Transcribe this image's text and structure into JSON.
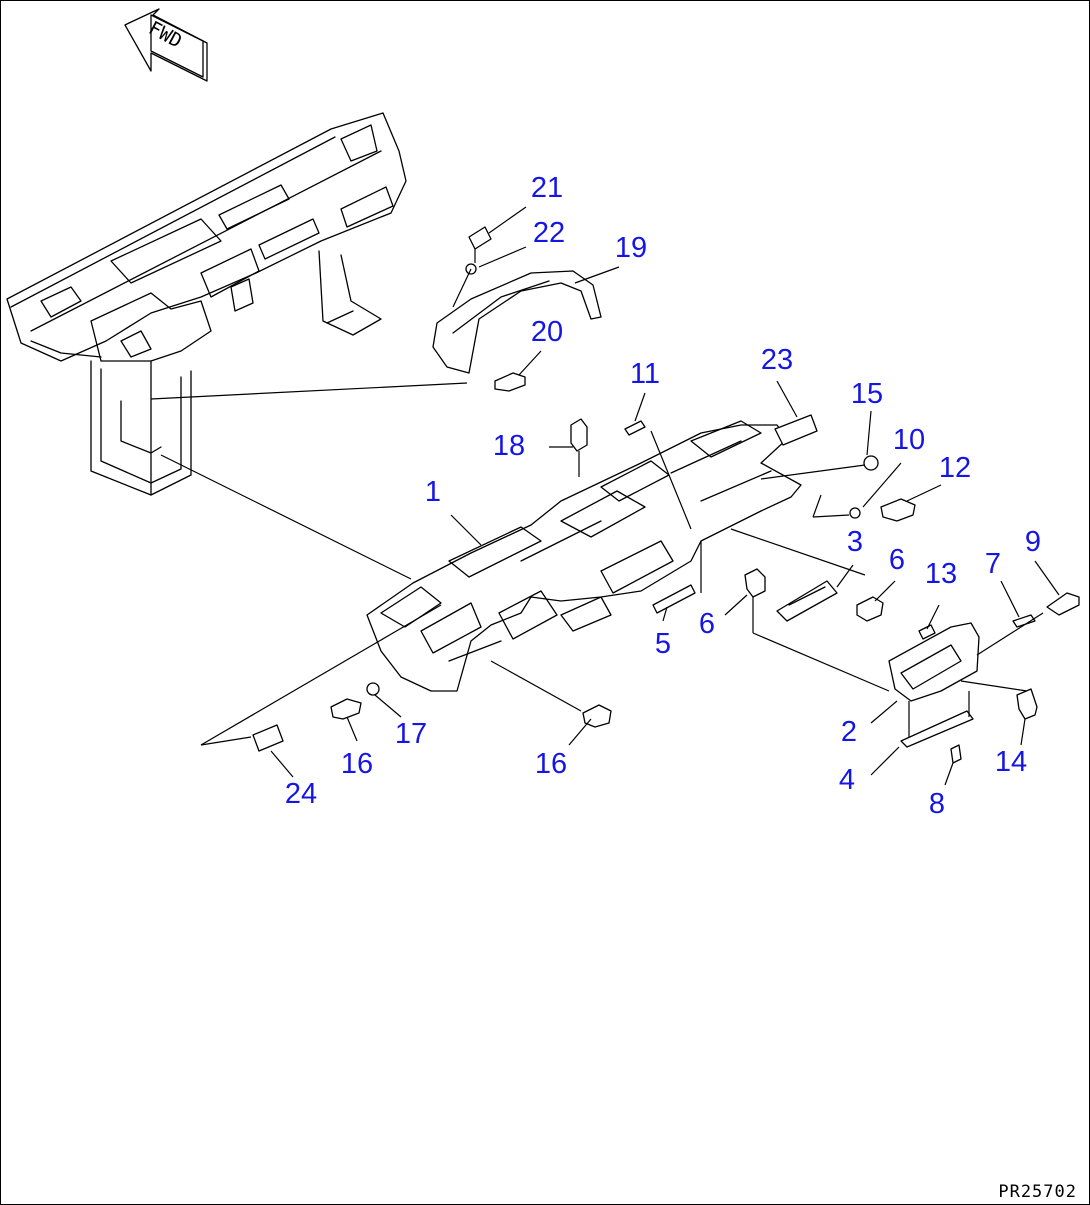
{
  "direction_arrow": {
    "label": "FWD"
  },
  "drawing_code": "PR25702",
  "callouts": [
    {
      "id": "c1",
      "label": "1"
    },
    {
      "id": "c2",
      "label": "2"
    },
    {
      "id": "c3",
      "label": "3"
    },
    {
      "id": "c4",
      "label": "4"
    },
    {
      "id": "c5",
      "label": "5"
    },
    {
      "id": "c6a",
      "label": "6"
    },
    {
      "id": "c6b",
      "label": "6"
    },
    {
      "id": "c7",
      "label": "7"
    },
    {
      "id": "c8",
      "label": "8"
    },
    {
      "id": "c9",
      "label": "9"
    },
    {
      "id": "c10",
      "label": "10"
    },
    {
      "id": "c11",
      "label": "11"
    },
    {
      "id": "c12",
      "label": "12"
    },
    {
      "id": "c13",
      "label": "13"
    },
    {
      "id": "c14",
      "label": "14"
    },
    {
      "id": "c15",
      "label": "15"
    },
    {
      "id": "c16a",
      "label": "16"
    },
    {
      "id": "c16b",
      "label": "16"
    },
    {
      "id": "c17",
      "label": "17"
    },
    {
      "id": "c18",
      "label": "18"
    },
    {
      "id": "c19",
      "label": "19"
    },
    {
      "id": "c20",
      "label": "20"
    },
    {
      "id": "c21",
      "label": "21"
    },
    {
      "id": "c22",
      "label": "22"
    },
    {
      "id": "c23",
      "label": "23"
    },
    {
      "id": "c24",
      "label": "24"
    }
  ],
  "colors": {
    "callout": "#1515e6",
    "line": "#000000",
    "background": "#ffffff"
  }
}
